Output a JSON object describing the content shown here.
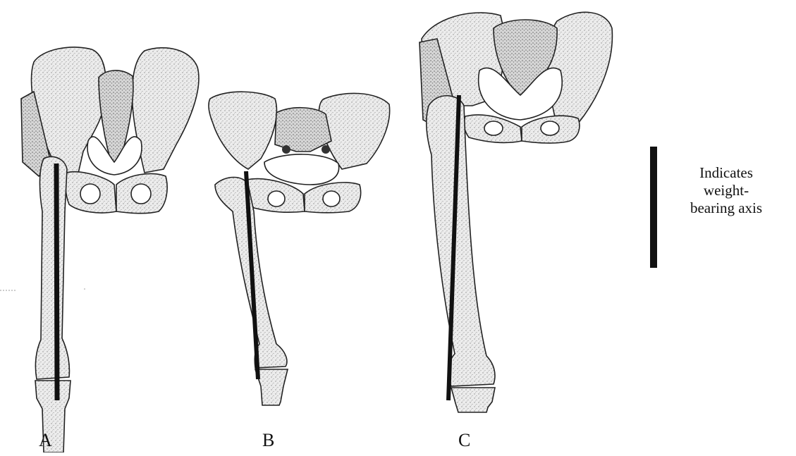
{
  "figure": {
    "panels": [
      {
        "id": "A",
        "label": "A"
      },
      {
        "id": "B",
        "label": "B"
      },
      {
        "id": "C",
        "label": "C"
      }
    ],
    "legend": {
      "symbol": "weight-bearing-axis-bar",
      "text_lines": [
        "Indicates",
        "weight-",
        "bearing axis"
      ]
    },
    "colors": {
      "bone_fill": "#e9e9e9",
      "outline": "#222222",
      "axis": "#111111",
      "background": "#ffffff"
    }
  }
}
